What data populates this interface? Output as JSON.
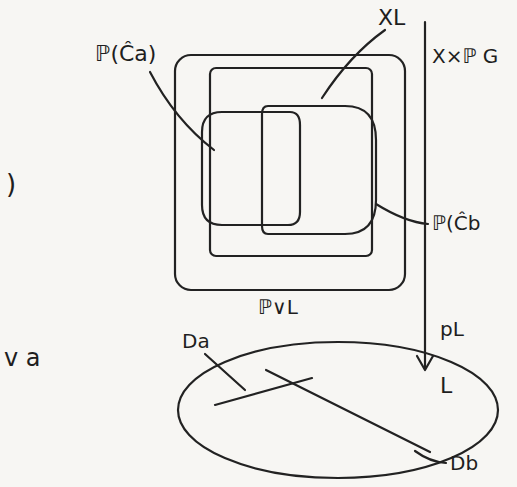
{
  "diagram": {
    "labels": [
      ")",
      "v a",
      "ℙ(Ĉa)",
      "XL",
      "X×ℙ G",
      "ℙ(Ĉb",
      "ℙ∨L",
      "pL",
      "L",
      "Da",
      "Db"
    ]
  }
}
